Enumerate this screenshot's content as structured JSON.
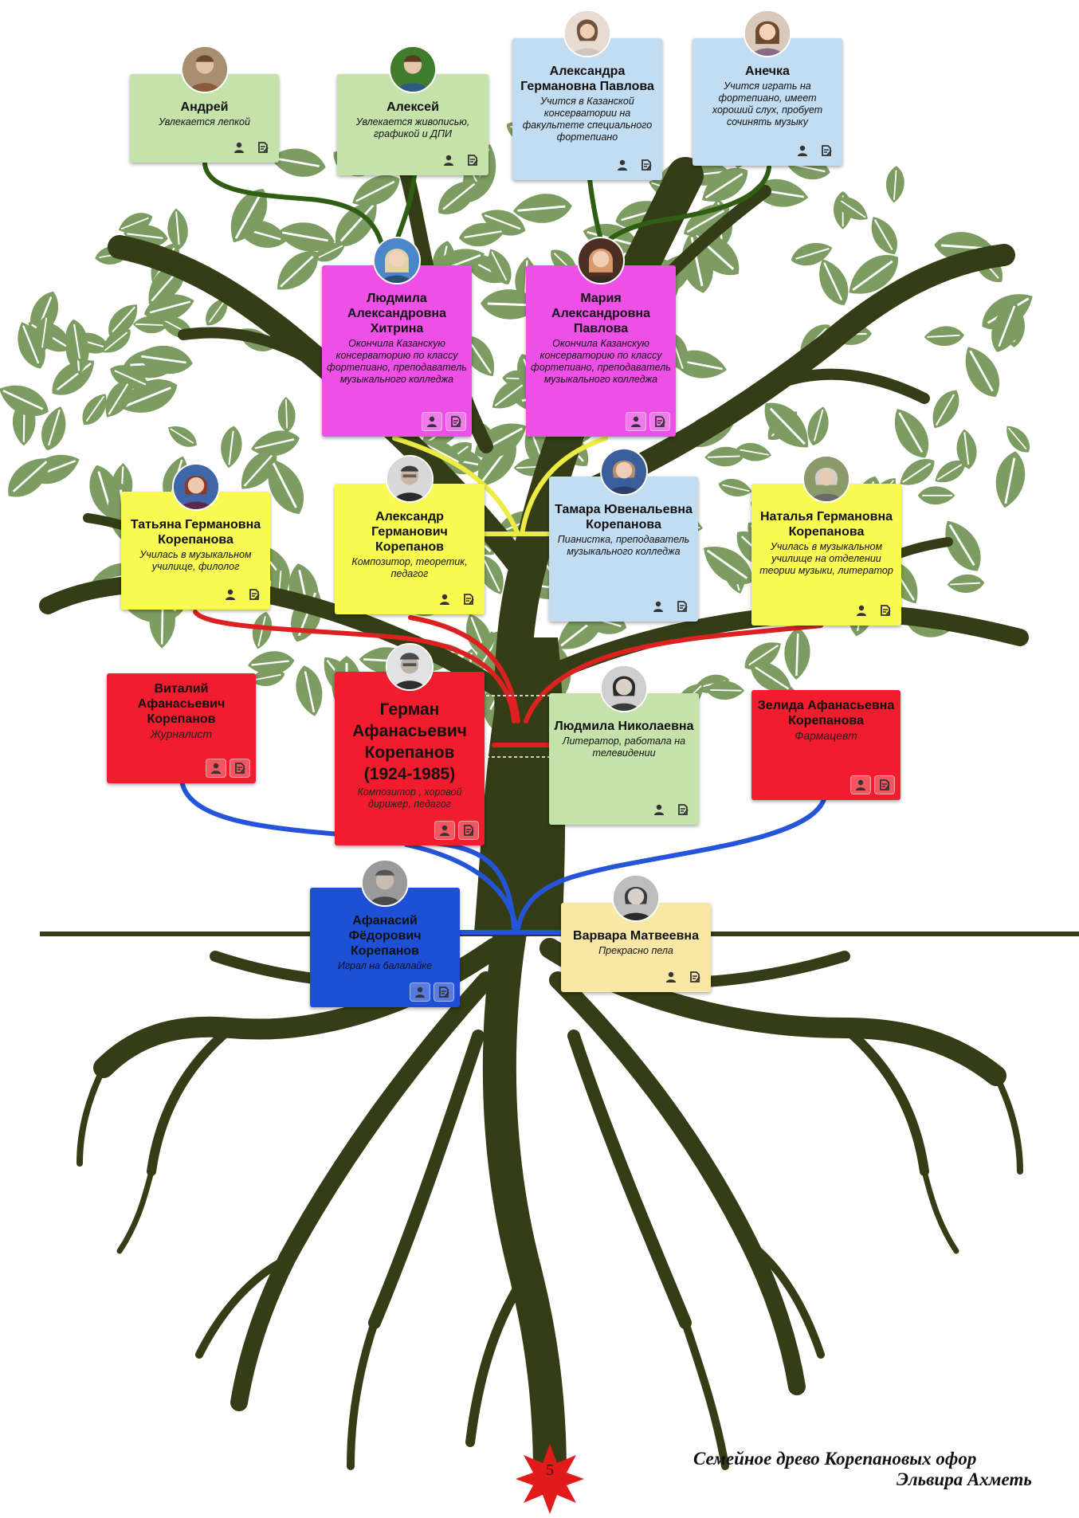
{
  "colors": {
    "leaf": "#7d9c62",
    "leaf_vein": "#ffffff",
    "trunk": "#353d16",
    "link_green": "#2f5e12",
    "link_yellow": "#ecec45",
    "link_red": "#dd2020",
    "link_blue": "#2455d8",
    "card_light_green": "#c6e2ab",
    "card_light_blue": "#c2dcf2",
    "card_magenta": "#ee4fe6",
    "card_yellow": "#f9fa52",
    "card_red": "#f11c2d",
    "card_blue": "#1e50d6",
    "card_beige": "#f9e7a6"
  },
  "people": {
    "andrey": {
      "name": "Андрей",
      "desc": "Увлекается лепкой"
    },
    "aleksey": {
      "name": "Алексей",
      "desc": "Увлекается живописью, графикой и ДПИ"
    },
    "aleksandra": {
      "name": "Александра Германовна Павлова",
      "desc": "Учится в Казанской консерватории на факультете специального фортепиано"
    },
    "anechka": {
      "name": "Анечка",
      "desc": "Учится играть на фортепиано, имеет хороший слух, пробует сочинять музыку"
    },
    "lyudmila_a": {
      "name": "Людмила Александровна Хитрина",
      "desc": "Окончила Казанскую консерваторию по классу фортепиано, преподаватель музыкального колледжа"
    },
    "maria": {
      "name": "Мария Александровна Павлова",
      "desc": "Окончила Казанскую консерваторию по классу фортепиано, преподаватель музыкального колледжа"
    },
    "tatyana": {
      "name": "Татьяна Германовна Корепанова",
      "desc": "Училась в музыкальном училище, филолог"
    },
    "aleksandr": {
      "name": "Александр Германович Корепанов",
      "desc": "Композитор, теоретик, педагог"
    },
    "tamara": {
      "name": "Тамара Ювенальевна Корепанова",
      "desc": "Пианистка, преподаватель музыкального колледжа"
    },
    "natalya": {
      "name": "Наталья Германовна Корепанова",
      "desc": "Училась в музыкальном училище на отделении теории музыки, литератор"
    },
    "vitaliy": {
      "name": "Виталий Афанасьевич Корепанов",
      "desc": "Журналист"
    },
    "german": {
      "name": "Герман Афанасьевич Корепанов (1924-1985)",
      "desc": "Композитор , хоровой дирижер, педагог"
    },
    "lyudmila_n": {
      "name": "Людмила Николаевна",
      "desc": "Литератор, работала на телевидении"
    },
    "zelida": {
      "name": "Зелида Афанасьевна Корепанова",
      "desc": "Фармацевт"
    },
    "afanasiy": {
      "name": "Афанасий Фёдорович Корепанов",
      "desc": "Играл на балалайке"
    },
    "varvara": {
      "name": "Варвара Матвеевна",
      "desc": "Прекрасно пела"
    }
  },
  "icons": {
    "profile": "person-icon",
    "bio": "edit-document-icon"
  },
  "page_number": "5",
  "caption": {
    "line1": "Семейное древо Корепановых офор",
    "line2": "Эльвира Ахметь"
  }
}
